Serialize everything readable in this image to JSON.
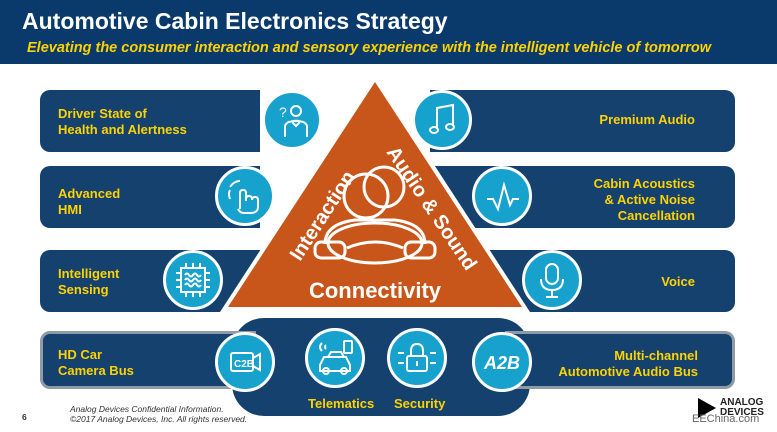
{
  "header": {
    "title": "Automotive Cabin Electronics Strategy",
    "subtitle": "Elevating the consumer interaction and sensory experience with the intelligent vehicle of tomorrow"
  },
  "left_items": [
    {
      "line1": "Driver State of",
      "line2": "Health and Alertness",
      "icon": "person-heart-icon"
    },
    {
      "line1": "Advanced",
      "line2": "HMI",
      "icon": "hand-gesture-icon"
    },
    {
      "line1": "Intelligent",
      "line2": "Sensing",
      "icon": "sensor-chip-icon"
    },
    {
      "line1": "HD Car",
      "line2": "Camera Bus",
      "icon": "camera-bus-icon"
    }
  ],
  "right_items": [
    {
      "line1": "Premium Audio",
      "icon": "music-note-icon"
    },
    {
      "line1": "Cabin Acoustics",
      "line2": "& Active Noise",
      "line3": "Cancellation",
      "icon": "waveform-icon"
    },
    {
      "line1": "Voice",
      "icon": "microphone-icon"
    },
    {
      "line1": "Multi-channel",
      "line2": "Automotive Audio Bus",
      "icon": "a2b-icon"
    }
  ],
  "triangle": {
    "left_text": "Interaction",
    "right_text": "Audio & Sound",
    "bottom_text": "Connectivity",
    "fill": "#c8551a"
  },
  "bottom_icons": [
    {
      "label": "Telematics",
      "icon": "car-antenna-icon"
    },
    {
      "label": "Security",
      "icon": "padlock-icon"
    }
  ],
  "footer": {
    "line1": "Analog Devices Confidential Information.",
    "line2": "©2017 Analog Devices, Inc. All rights reserved.",
    "page": "6",
    "logo_line1": "ANALOG",
    "logo_line2": "DEVICES",
    "watermark": "EEChina.com"
  },
  "colors": {
    "navy": "#0a3a6b",
    "bar": "#14416d",
    "accent": "#ffd200",
    "cyan": "#16a2cc",
    "orange": "#c8551a"
  }
}
